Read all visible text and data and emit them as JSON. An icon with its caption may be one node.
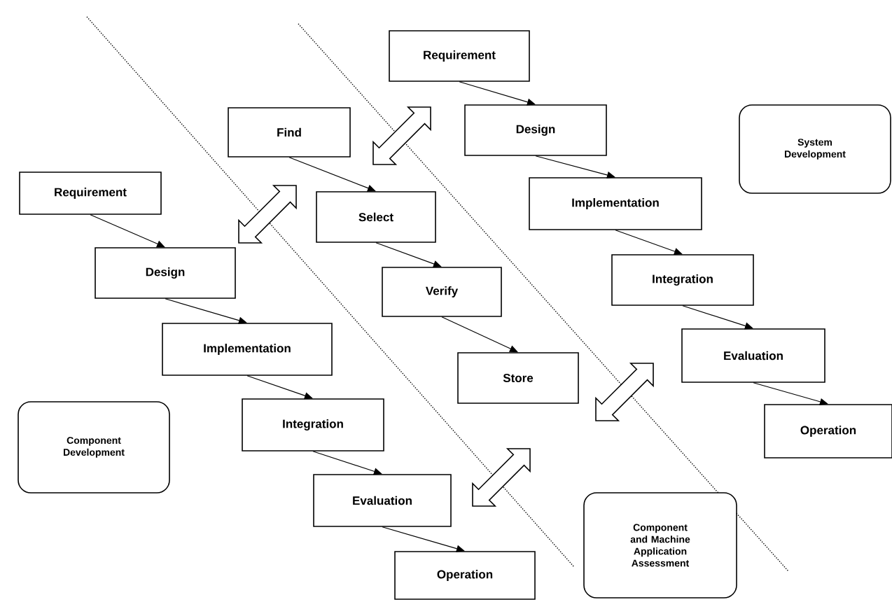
{
  "diagram": {
    "nodes": [
      {
        "text": [
          "Requirement"
        ]
      },
      {
        "text": [
          "Find"
        ]
      },
      {
        "text": [
          "System Development"
        ]
      },
      {
        "text": [
          "Design"
        ]
      },
      {
        "text": [
          "Requirement"
        ]
      },
      {
        "text": [
          "Implementation"
        ]
      },
      {
        "text": [
          "Select"
        ]
      },
      {
        "text": [
          "Design"
        ]
      },
      {
        "text": [
          "Integration"
        ]
      },
      {
        "text": [
          "Verify"
        ]
      },
      {
        "text": [
          "Implementation"
        ]
      },
      {
        "text": [
          "Evaluation"
        ]
      },
      {
        "text": [
          "Store"
        ]
      },
      {
        "text": [
          "Integration"
        ]
      },
      {
        "text": [
          "Component Development"
        ]
      },
      {
        "text": [
          "Operation"
        ]
      },
      {
        "text": [
          "Evaluation"
        ]
      },
      {
        "text": [
          "Component and Machine Application Assessment"
        ]
      },
      {
        "text": [
          "Operation"
        ]
      }
    ],
    "edges": [
      {
        "from": 0,
        "to": 3,
        "arrow": "to"
      },
      {
        "from": 3,
        "to": 5,
        "arrow": "to"
      },
      {
        "from": 5,
        "to": 8,
        "arrow": "to"
      },
      {
        "from": 8,
        "to": 11,
        "arrow": "to"
      },
      {
        "from": 11,
        "to": 15,
        "arrow": "to"
      },
      {
        "from": 1,
        "to": 6,
        "arrow": "to"
      },
      {
        "from": 6,
        "to": 9,
        "arrow": "to"
      },
      {
        "from": 9,
        "to": 12,
        "arrow": "to"
      },
      {
        "from": 4,
        "to": 7,
        "arrow": "to"
      },
      {
        "from": 7,
        "to": 10,
        "arrow": "to"
      },
      {
        "from": 10,
        "to": 13,
        "arrow": "to"
      },
      {
        "from": 13,
        "to": 16,
        "arrow": "to"
      },
      {
        "from": 16,
        "to": 18,
        "arrow": "to"
      },
      {
        "from": 1,
        "to": 3,
        "arrow": "both",
        "style": "thick"
      },
      {
        "from": 7,
        "to": 6,
        "arrow": "both",
        "style": "thick"
      },
      {
        "from": 12,
        "to": 11,
        "arrow": "both",
        "style": "thick"
      },
      {
        "from": 16,
        "to": 12,
        "arrow": "both",
        "style": "thick"
      }
    ]
  }
}
